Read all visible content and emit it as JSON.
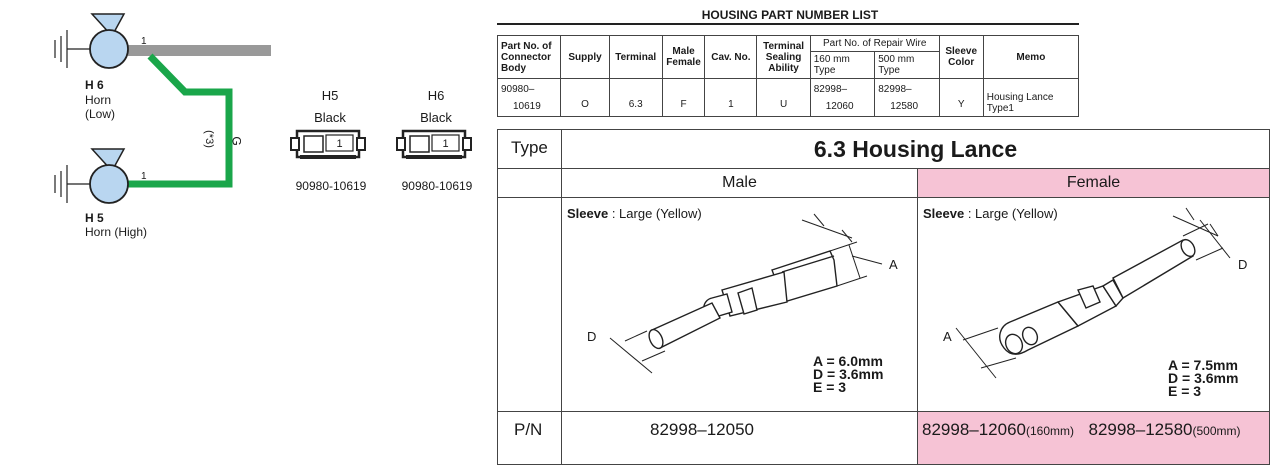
{
  "wiring": {
    "h6_id": "H 6",
    "h6_name_line1": "Horn",
    "h6_name_line2": "(Low)",
    "h5_id": "H 5",
    "h5_name": "Horn (High)",
    "pin_h6": "1",
    "pin_h5": "1",
    "wire_color": "G",
    "wire_note": "(*3)",
    "colors": {
      "horn_fill": "#b9d6f0",
      "wire_green": "#1aa64a",
      "wire_gray": "#999999"
    }
  },
  "connectors": [
    {
      "id": "H5",
      "color": "Black",
      "pin": "1",
      "part_no": "90980-10619"
    },
    {
      "id": "H6",
      "color": "Black",
      "pin": "1",
      "part_no": "90980-10619"
    }
  ],
  "housing_list": {
    "title": "HOUSING PART NUMBER LIST",
    "headers": {
      "part_no_body": "Part No. of Connector Body",
      "supply": "Supply",
      "terminal": "Terminal",
      "male_female": "Male Female",
      "cav_no": "Cav. No.",
      "sealing": "Terminal Sealing Ability",
      "repair_wire": "Part No. of Repair Wire",
      "mm160": "160 mm Type",
      "mm500": "500 mm Type",
      "sleeve_color": "Sleeve Color",
      "memo": "Memo"
    },
    "row": {
      "body_line1": "90980–",
      "body_line2": "10619",
      "supply": "O",
      "terminal": "6.3",
      "male_female": "F",
      "cav_no": "1",
      "sealing": "U",
      "mm160_line1": "82998–",
      "mm160_line2": "12060",
      "mm500_line1": "82998–",
      "mm500_line2": "12580",
      "sleeve_color": "Y",
      "memo": "Housing Lance Type1"
    }
  },
  "terminal_table": {
    "type_label": "Type",
    "type_title": "6.3 Housing Lance",
    "male_label": "Male",
    "female_label": "Female",
    "sleeve_bold": "Sleeve",
    "sleeve_text": ": Large (Yellow)",
    "male_spec": {
      "a": "A = 6.0mm",
      "d": "D = 3.6mm",
      "e": "E = 3"
    },
    "female_spec": {
      "a": "A = 7.5mm",
      "d": "D = 3.6mm",
      "e": "E = 3"
    },
    "label_a": "A",
    "label_d": "D",
    "pn_label": "P/N",
    "male_pn": "82998–12050",
    "female_pn1": "82998–12060",
    "female_pn1_note": "(160mm)",
    "female_pn2": "82998–12580",
    "female_pn2_note": "(500mm)",
    "female_bg": "#f6c3d5"
  }
}
